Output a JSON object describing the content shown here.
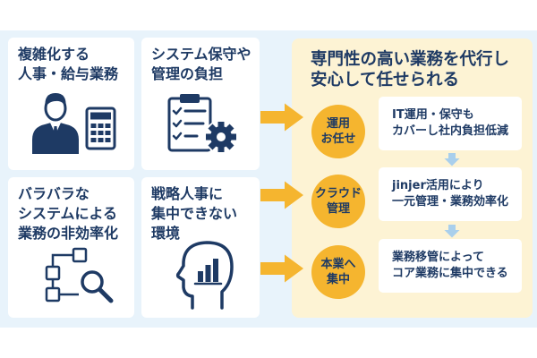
{
  "problems": [
    {
      "lines": [
        "複雑化する",
        "人事・給与業務"
      ],
      "icon": "person-calculator-icon"
    },
    {
      "lines": [
        "システム保守や",
        "管理の負担"
      ],
      "icon": "clipboard-gear-icon"
    },
    {
      "lines": [
        "バラバラな",
        "システムによる",
        "業務の非効率化"
      ],
      "icon": "flowchart-magnifier-icon"
    },
    {
      "lines": [
        "戦略人事に",
        "集中できない",
        "環境"
      ],
      "icon": "head-bar-chart-icon"
    }
  ],
  "solution": {
    "title_lines": [
      "専門性の高い業務を代行し",
      "安心して任せられる"
    ],
    "items": [
      {
        "badge_lines": [
          "運用",
          "お任せ"
        ],
        "desc_lines": [
          "IT運用・保守も",
          "カバーし社内負担低減"
        ]
      },
      {
        "badge_lines": [
          "クラウド",
          "管理"
        ],
        "desc_lines": [
          "jinjer活用により",
          "一元管理・業務効率化"
        ]
      },
      {
        "badge_lines": [
          "本業へ",
          "集中"
        ],
        "desc_lines": [
          "業務移管によって",
          "コア業務に集中できる"
        ]
      }
    ]
  },
  "colors": {
    "navy": "#1e3a64",
    "band": "#e8f3fb",
    "panel": "#fdf3d4",
    "accent": "#f5b52f",
    "connector": "#a9cfec",
    "card": "#ffffff"
  }
}
